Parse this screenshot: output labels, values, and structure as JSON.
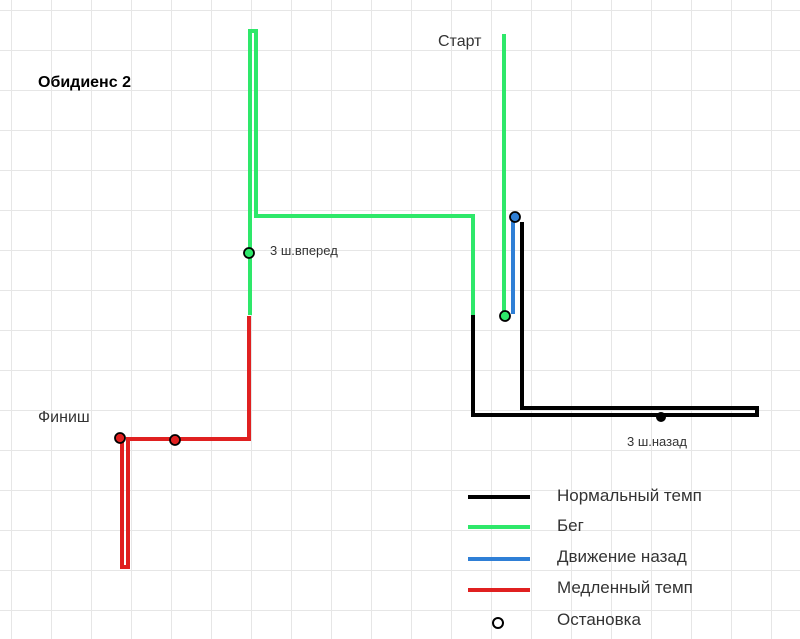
{
  "title": "Обидиенс 2",
  "labels": {
    "start": "Старт",
    "finish": "Финиш",
    "forward": "3 ш.вперед",
    "backward": "3 ш.назад"
  },
  "colors": {
    "normal": "#000000",
    "run": "#2ee86a",
    "backward": "#2f7fd6",
    "slow": "#e02020",
    "stop": "#000000"
  },
  "legend": [
    {
      "key": "normal",
      "label": "Нормальный темп"
    },
    {
      "key": "run",
      "label": "Бег"
    },
    {
      "key": "backward",
      "label": "Движение назад"
    },
    {
      "key": "slow",
      "label": "Медленный темп"
    },
    {
      "key": "stop",
      "label": "Остановка"
    }
  ]
}
